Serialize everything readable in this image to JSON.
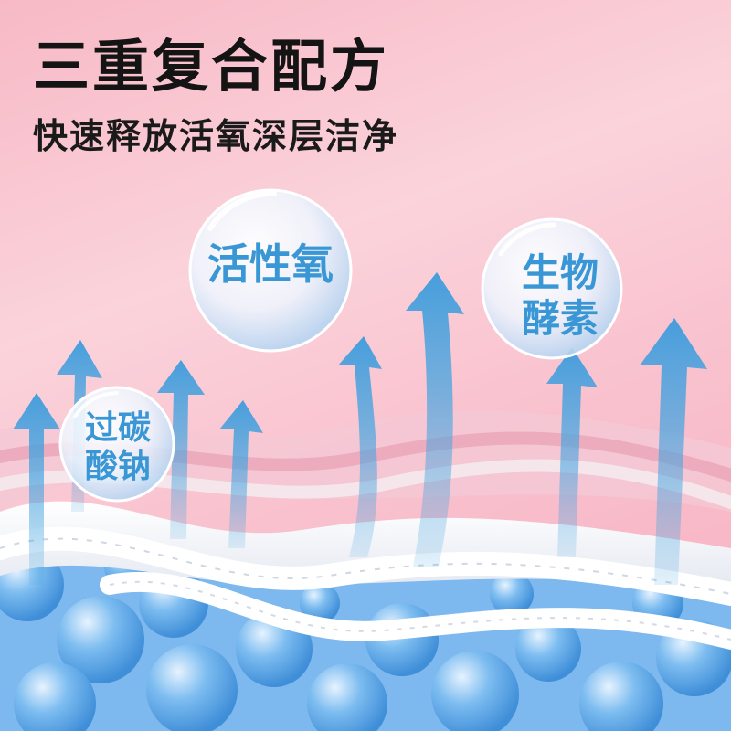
{
  "headline": "三重复合配方",
  "subline": "快速释放活氧深层洁净",
  "bubbles": {
    "active_oxygen": "活性氧",
    "bio_enzyme_line1": "生物",
    "bio_enzyme_line2": "酵素",
    "sodium_percarbonate_line1": "过碳",
    "sodium_percarbonate_line2": "酸钠"
  },
  "colors": {
    "bubble_text": "#3a97d6",
    "arrow": "#4aa6e0",
    "background_pink": "#f8c4d0",
    "foam_blue": "#5aa8e6"
  }
}
